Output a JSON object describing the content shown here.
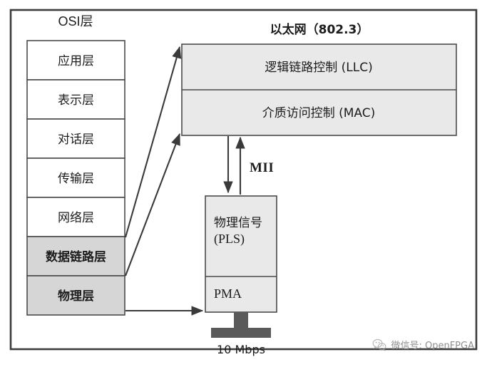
{
  "diagram": {
    "osi": {
      "title": "OSI层",
      "layers": [
        {
          "label": "应用层",
          "shaded": false
        },
        {
          "label": "表示层",
          "shaded": false
        },
        {
          "label": "对话层",
          "shaded": false
        },
        {
          "label": "传输层",
          "shaded": false
        },
        {
          "label": "网络层",
          "shaded": false
        },
        {
          "label": "数据链路层",
          "shaded": true
        },
        {
          "label": "物理层",
          "shaded": true
        }
      ]
    },
    "ethernet": {
      "title": "以太网（802.3）",
      "sublayers": [
        {
          "label": "逻辑链路控制 (LLC)"
        },
        {
          "label": "介质访问控制 (MAC)"
        }
      ]
    },
    "physical": {
      "pls_line1": "物理信号",
      "pls_line2": "(PLS)",
      "pma": "PMA"
    },
    "interface": {
      "label": "MII"
    },
    "medium": {
      "label": "10 Mbps"
    },
    "colors": {
      "shaded_layer": "#d6d6d6",
      "box_fill": "#e9e9e9",
      "outline": "#4a4a4a",
      "connector": "#5a5a5a"
    }
  },
  "watermark": {
    "icon": "wechat-icon",
    "text": "微信号: OpenFPGA"
  }
}
